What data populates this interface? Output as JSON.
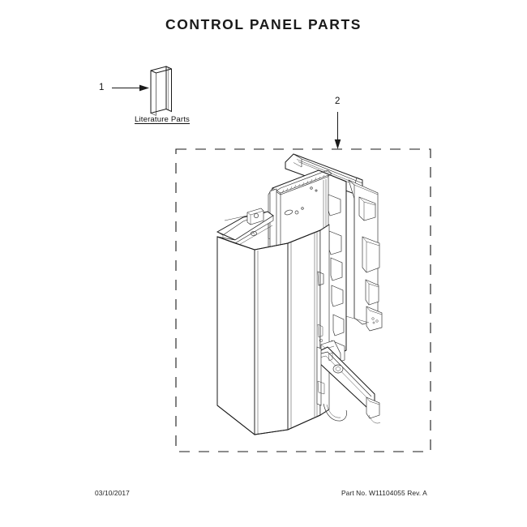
{
  "document": {
    "title": "CONTROL PANEL PARTS",
    "type": "appliance-parts-exploded-diagram"
  },
  "callouts": [
    {
      "number": "1",
      "label": "Literature Parts",
      "leader": "horizontal-arrow-right"
    },
    {
      "number": "2",
      "label": "",
      "leader": "vertical-line-down"
    }
  ],
  "labels": {
    "literature_parts": "Literature Parts"
  },
  "footer": {
    "date": "03/10/2017",
    "part_reference": "Part No.  W11104055   Rev.  A"
  },
  "colors": {
    "line": "#1a1a1a",
    "text": "#111111",
    "background": "#ffffff"
  }
}
